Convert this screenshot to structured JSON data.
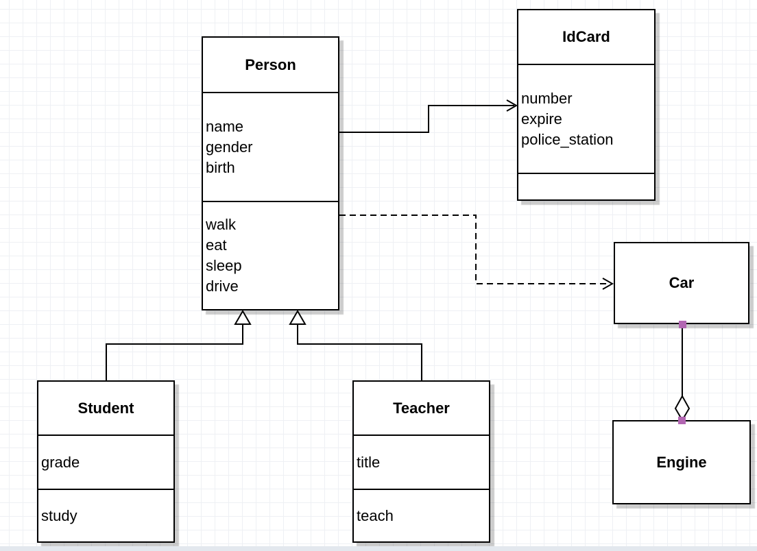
{
  "canvas": {
    "background": "#ffffff",
    "grid_color": "#eef0f4",
    "grid_size": 20,
    "scrollbar_color": "#e3e8ee"
  },
  "style": {
    "box_fill": "#ffffff",
    "box_border": "#000000",
    "shadow_color": "rgba(0,0,0,0.20)",
    "line_color": "#000000",
    "connection_point_color": "#b266b2"
  },
  "classes": {
    "person": {
      "name": "Person",
      "attributes": [
        "name",
        "gender",
        "birth"
      ],
      "methods": [
        "walk",
        "eat",
        "sleep",
        "drive"
      ]
    },
    "idcard": {
      "name": "IdCard",
      "attributes": [
        "number",
        "expire",
        "police_station"
      ],
      "methods": []
    },
    "student": {
      "name": "Student",
      "attributes": [
        "grade"
      ],
      "methods": [
        "study"
      ]
    },
    "teacher": {
      "name": "Teacher",
      "attributes": [
        "title"
      ],
      "methods": [
        "teach"
      ]
    },
    "car": {
      "name": "Car",
      "attributes": [],
      "methods": []
    },
    "engine": {
      "name": "Engine",
      "attributes": [],
      "methods": []
    }
  },
  "relationships": [
    {
      "from": "Person",
      "to": "IdCard",
      "type": "association",
      "line": "solid",
      "arrow": "open-arrow"
    },
    {
      "from": "Person",
      "to": "Car",
      "type": "dependency",
      "line": "dashed",
      "arrow": "open-arrow"
    },
    {
      "from": "Student",
      "to": "Person",
      "type": "generalization",
      "line": "solid",
      "arrow": "hollow-triangle"
    },
    {
      "from": "Teacher",
      "to": "Person",
      "type": "generalization",
      "line": "solid",
      "arrow": "hollow-triangle"
    },
    {
      "from": "Car",
      "to": "Engine",
      "type": "aggregation",
      "line": "solid",
      "arrow": "hollow-diamond"
    }
  ]
}
